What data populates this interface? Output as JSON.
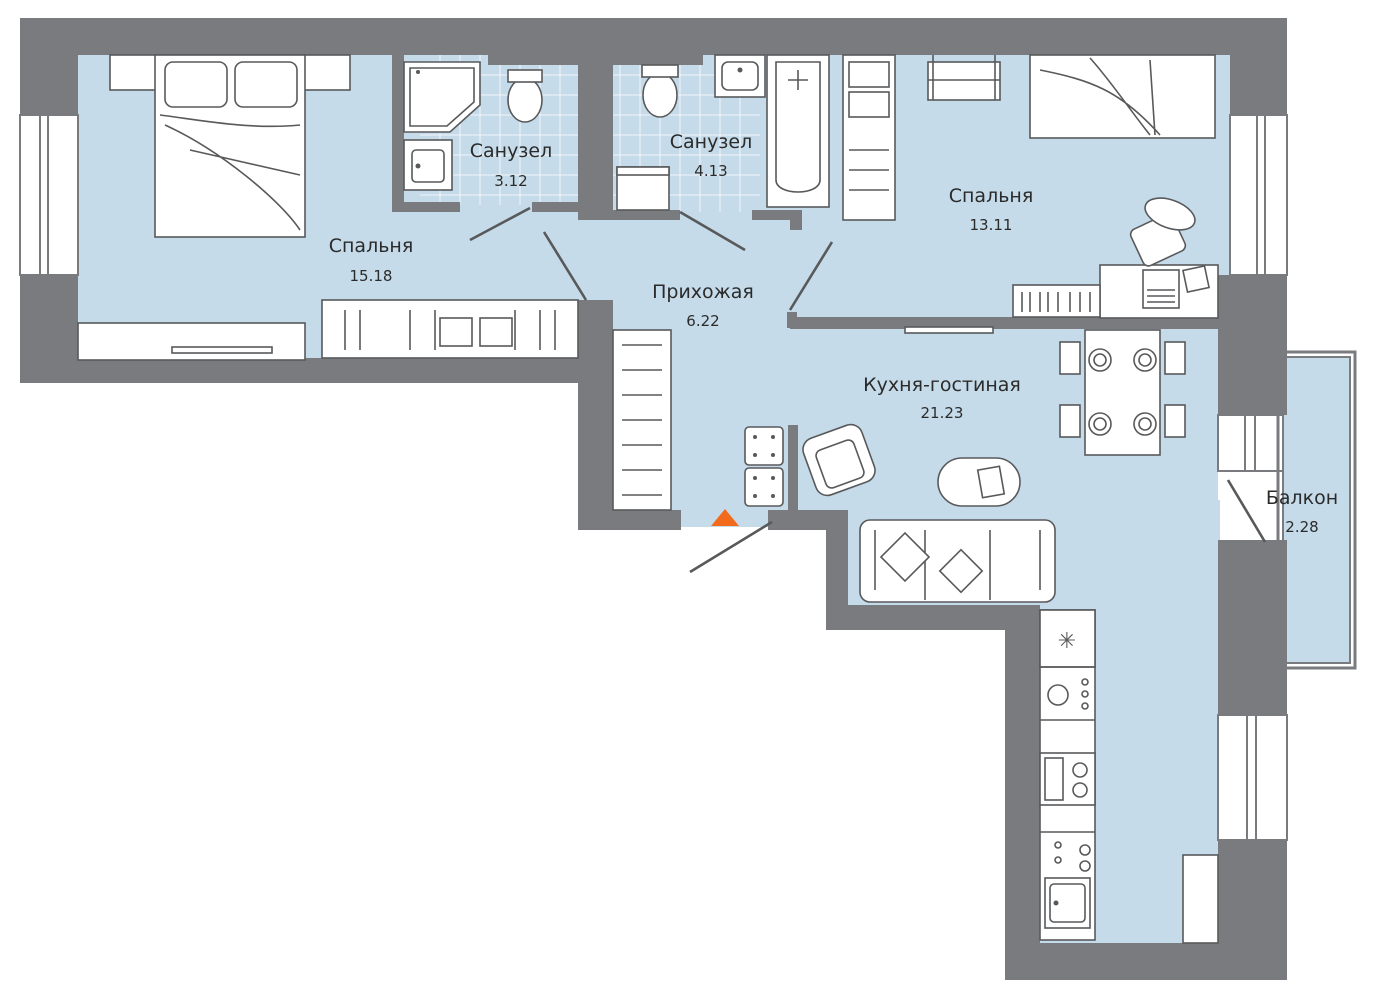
{
  "rooms": {
    "bedroom_left": {
      "label": "Спальня",
      "area": "15.18"
    },
    "bath_left": {
      "label": "Санузел",
      "area": "3.12"
    },
    "bath_right": {
      "label": "Санузел",
      "area": "4.13"
    },
    "bedroom_right": {
      "label": "Спальня",
      "area": "13.11"
    },
    "hallway": {
      "label": "Прихожая",
      "area": "6.22"
    },
    "kitchen_living": {
      "label": "Кухня-гостиная",
      "area": "21.23"
    },
    "balcony": {
      "label": "Балкон",
      "area": "2.28"
    }
  },
  "colors": {
    "wall": "#7a7b7e",
    "floor": "#c5dbe9",
    "furniture_fill": "#ffffff",
    "furniture_stroke": "#58595b",
    "entrance_marker": "#f26b1d"
  },
  "icons": {
    "entrance": "orange-triangle",
    "stove": "four-burner-hob",
    "fridge": "snowflake"
  }
}
